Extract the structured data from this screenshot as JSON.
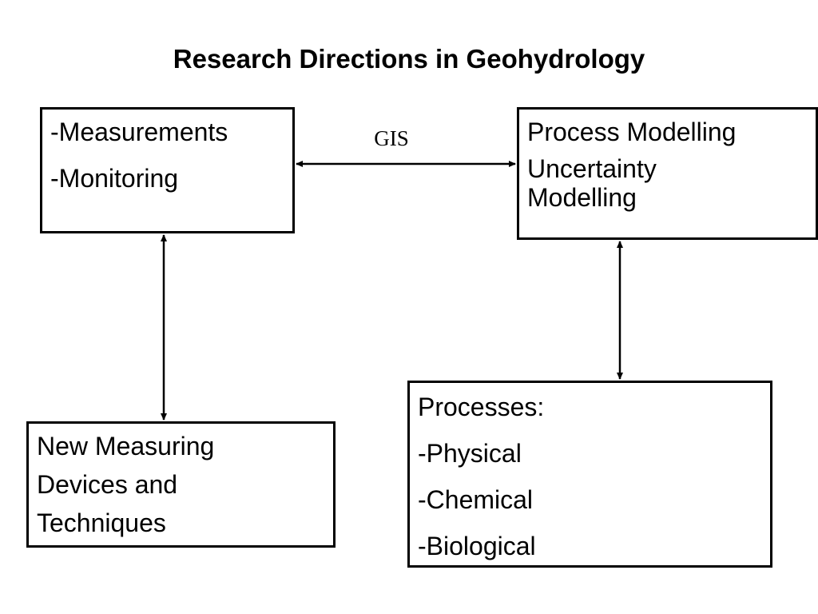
{
  "title": "Research Directions in Geohydrology",
  "nodes": {
    "measurements": {
      "lines": [
        "-Measurements",
        "-Monitoring"
      ]
    },
    "process_modelling": {
      "lines": [
        "Process Modelling",
        "Uncertainty",
        "Modelling"
      ]
    },
    "new_devices": {
      "lines": [
        "New Measuring",
        "Devices and",
        "Techniques"
      ]
    },
    "processes": {
      "lines": [
        "Processes:",
        "-Physical",
        "-Chemical",
        "-Biological"
      ]
    }
  },
  "edges": [
    {
      "from": "measurements",
      "to": "process_modelling",
      "label": "GIS",
      "direction": "both"
    },
    {
      "from": "measurements",
      "to": "new_devices",
      "label": "",
      "direction": "both"
    },
    {
      "from": "process_modelling",
      "to": "processes",
      "label": "",
      "direction": "both"
    }
  ],
  "colors": {
    "stroke": "#000000",
    "background": "#ffffff",
    "text": "#000000"
  }
}
